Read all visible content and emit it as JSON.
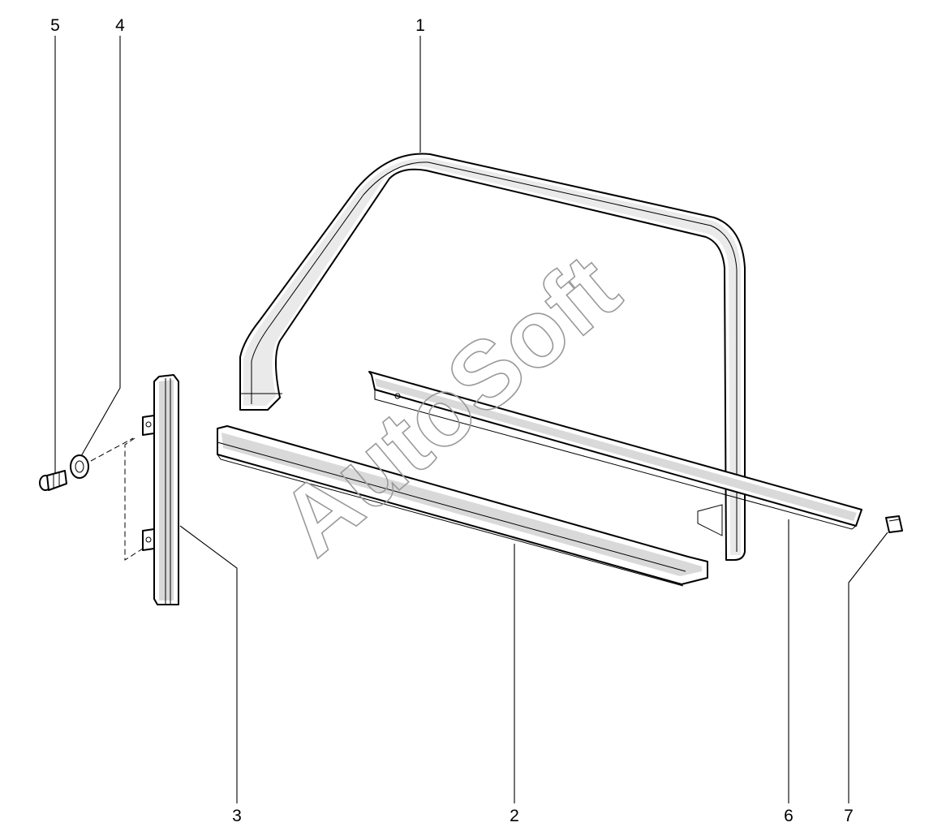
{
  "diagram": {
    "watermark": "AutoSoft",
    "callouts": [
      {
        "id": "5",
        "label": "5"
      },
      {
        "id": "4",
        "label": "4"
      },
      {
        "id": "1",
        "label": "1"
      },
      {
        "id": "3",
        "label": "3"
      },
      {
        "id": "2",
        "label": "2"
      },
      {
        "id": "6",
        "label": "6"
      },
      {
        "id": "7",
        "label": "7"
      }
    ]
  },
  "colors": {
    "line": "#000000",
    "part_shade": "#d9d9d9",
    "watermark": "#9a9a9a",
    "background": "#ffffff"
  }
}
